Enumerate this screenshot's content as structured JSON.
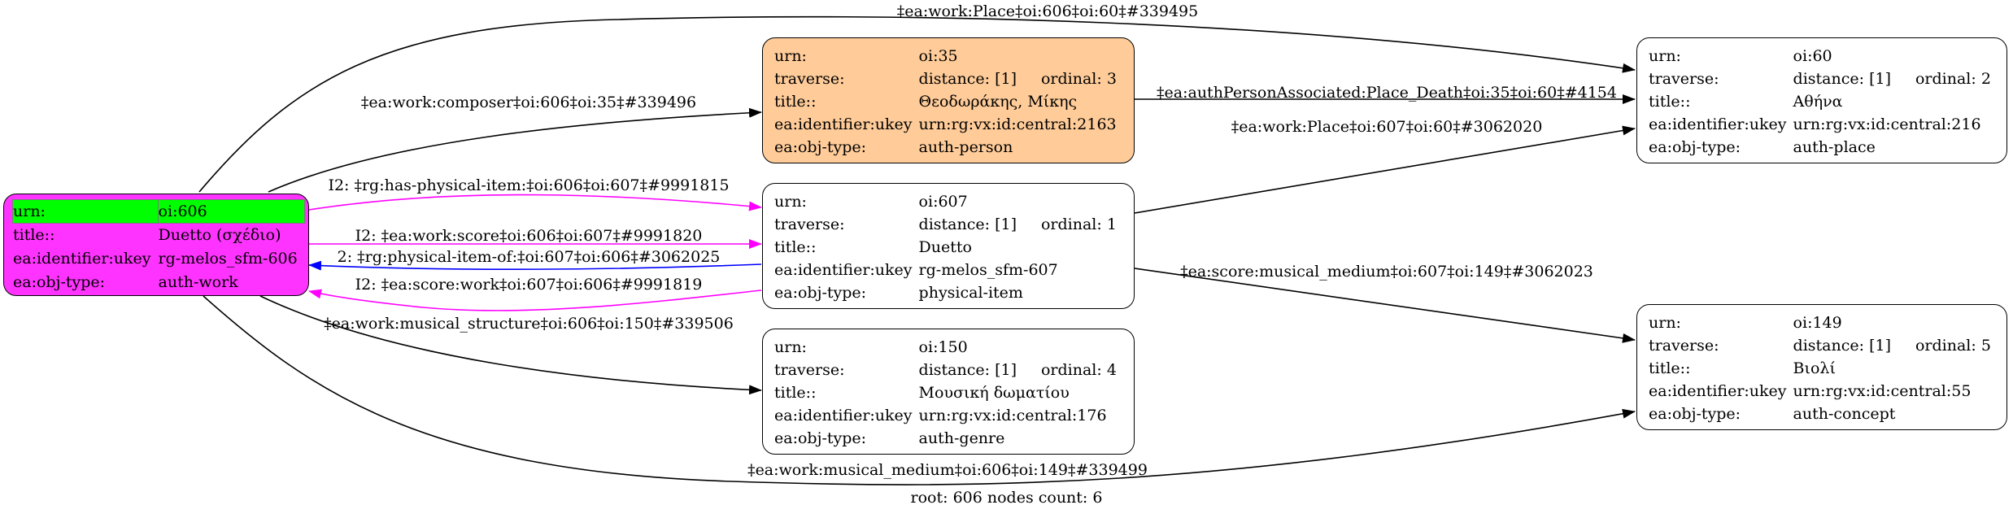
{
  "colors": {
    "root_fill": "#ff33ff",
    "root_highlight": "#00ff00",
    "person_fill": "#ffcc99",
    "default_fill": "#ffffff",
    "edge_default": "#000000",
    "edge_magenta": "#ff00ff",
    "edge_blue": "#0000ff"
  },
  "nodes": {
    "oi606": {
      "rows": [
        {
          "k": "urn:",
          "v": "oi:606"
        },
        {
          "k": "title::",
          "v": "Duetto (σχέδιο)"
        },
        {
          "k": "ea:identifier:ukey",
          "v": "rg-melos_sfm-606"
        },
        {
          "k": "ea:obj-type:",
          "v": "auth-work"
        }
      ]
    },
    "oi35": {
      "rows": [
        {
          "k": "urn:",
          "v": "oi:35"
        },
        {
          "k": "traverse:",
          "v": "distance: [1]",
          "ord": "ordinal: 3"
        },
        {
          "k": "title::",
          "v": "Θεοδωράκης, Μίκης"
        },
        {
          "k": "ea:identifier:ukey",
          "v": "urn:rg:vx:id:central:2163"
        },
        {
          "k": "ea:obj-type:",
          "v": "auth-person"
        }
      ]
    },
    "oi607": {
      "rows": [
        {
          "k": "urn:",
          "v": "oi:607"
        },
        {
          "k": "traverse:",
          "v": "distance: [1]",
          "ord": "ordinal: 1"
        },
        {
          "k": "title::",
          "v": "Duetto"
        },
        {
          "k": "ea:identifier:ukey",
          "v": "rg-melos_sfm-607"
        },
        {
          "k": "ea:obj-type:",
          "v": "physical-item"
        }
      ]
    },
    "oi150": {
      "rows": [
        {
          "k": "urn:",
          "v": "oi:150"
        },
        {
          "k": "traverse:",
          "v": "distance: [1]",
          "ord": "ordinal: 4"
        },
        {
          "k": "title::",
          "v": "Μουσική δωματίου"
        },
        {
          "k": "ea:identifier:ukey",
          "v": "urn:rg:vx:id:central:176"
        },
        {
          "k": "ea:obj-type:",
          "v": "auth-genre"
        }
      ]
    },
    "oi60": {
      "rows": [
        {
          "k": "urn:",
          "v": "oi:60"
        },
        {
          "k": "traverse:",
          "v": "distance: [1]",
          "ord": "ordinal: 2"
        },
        {
          "k": "title::",
          "v": "Αθήνα"
        },
        {
          "k": "ea:identifier:ukey",
          "v": "urn:rg:vx:id:central:216"
        },
        {
          "k": "ea:obj-type:",
          "v": "auth-place"
        }
      ]
    },
    "oi149": {
      "rows": [
        {
          "k": "urn:",
          "v": "oi:149"
        },
        {
          "k": "traverse:",
          "v": "distance: [1]",
          "ord": "ordinal: 5"
        },
        {
          "k": "title::",
          "v": "Βιολί"
        },
        {
          "k": "ea:identifier:ukey",
          "v": "urn:rg:vx:id:central:55"
        },
        {
          "k": "ea:obj-type:",
          "v": "auth-concept"
        }
      ]
    }
  },
  "edges": {
    "place_606_60": "‡ea:work:Place‡oi:606‡oi:60‡#339495",
    "composer_606_35": "‡ea:work:composer‡oi:606‡oi:35‡#339496",
    "auth_person_place_death": "‡ea:authPersonAssociated:Place_Death‡oi:35‡oi:60‡#4154",
    "place_607_60": "‡ea:work:Place‡oi:607‡oi:60‡#3062020",
    "has_physical_item": "I2: ‡rg:has-physical-item:‡oi:606‡oi:607‡#9991815",
    "work_score": "I2: ‡ea:work:score‡oi:606‡oi:607‡#9991820",
    "physical_item_of": "2: ‡rg:physical-item-of:‡oi:607‡oi:606‡#3062025",
    "score_work": "I2: ‡ea:score:work‡oi:607‡oi:606‡#9991819",
    "musical_structure": "‡ea:work:musical_structure‡oi:606‡oi:150‡#339506",
    "score_musical_medium": "‡ea:score:musical_medium‡oi:607‡oi:149‡#3062023",
    "work_musical_medium": "‡ea:work:musical_medium‡oi:606‡oi:149‡#339499"
  },
  "footer": "root: 606 nodes count: 6"
}
